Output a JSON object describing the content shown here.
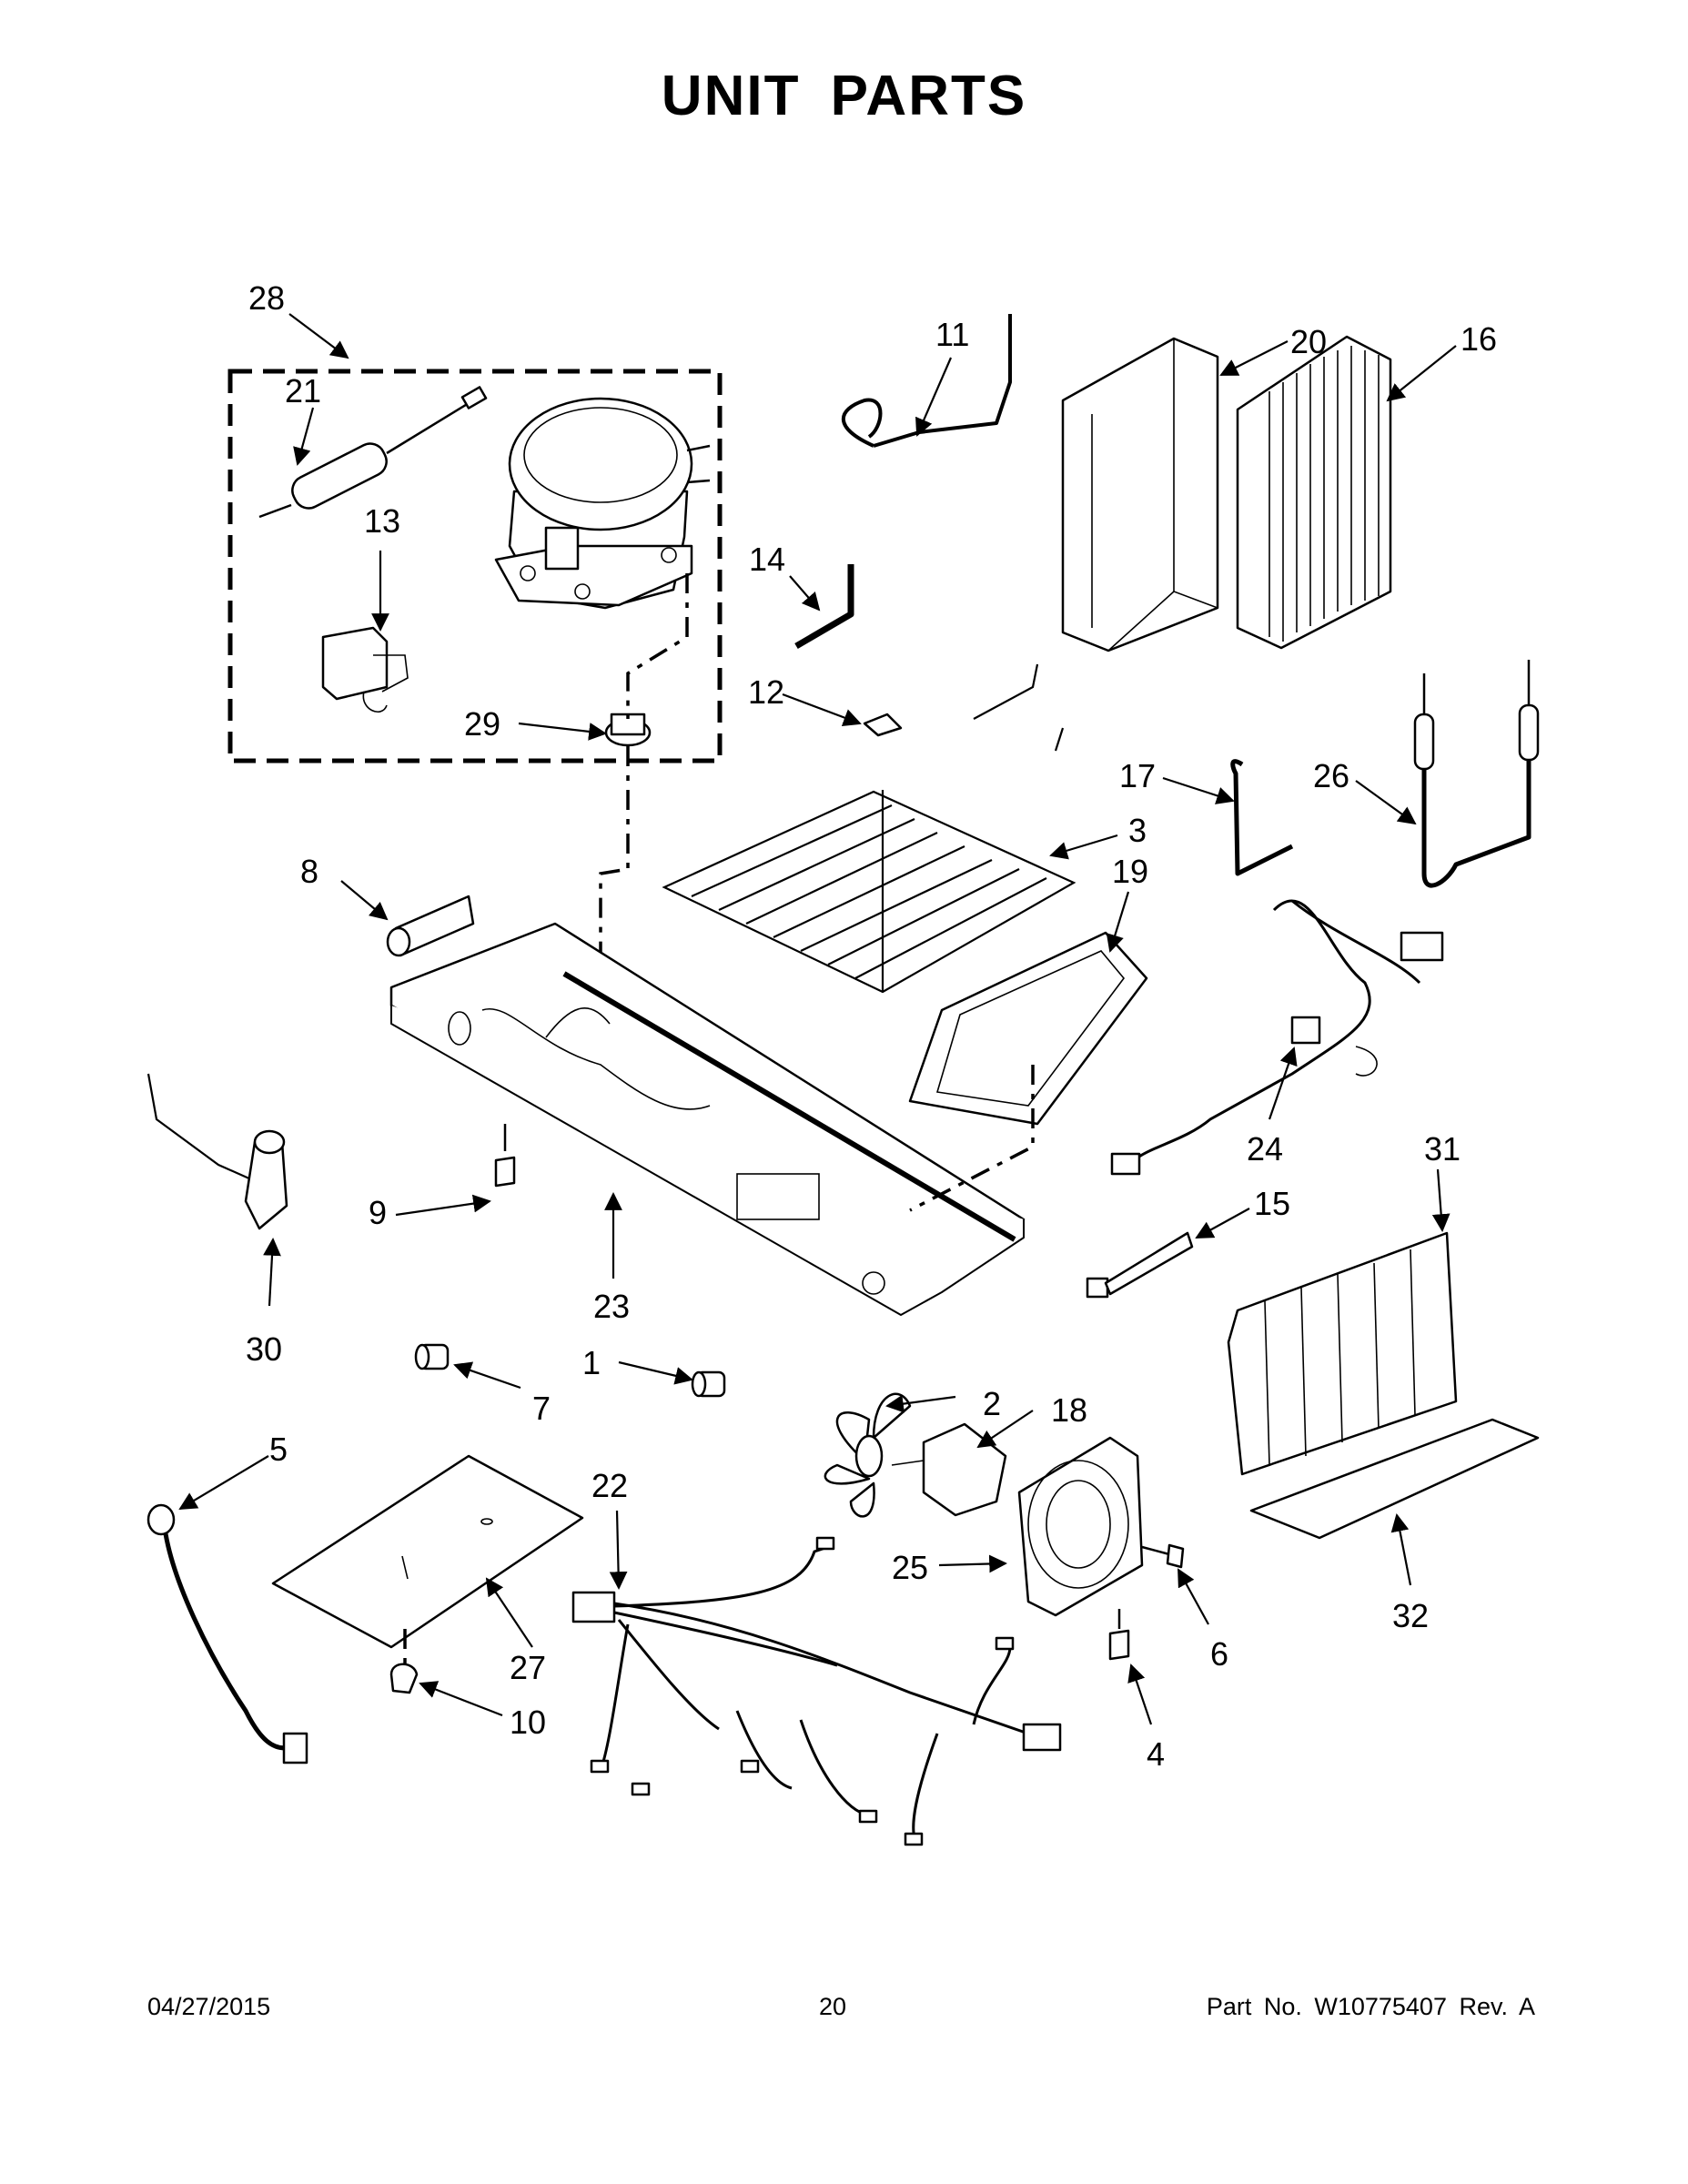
{
  "title": "UNIT PARTS",
  "footer": {
    "date": "04/27/2015",
    "page": "20",
    "part_no": "Part No.  W10775407  Rev.  A"
  },
  "callouts": {
    "c1": "1",
    "c2": "2",
    "c3": "3",
    "c4": "4",
    "c5": "5",
    "c6": "6",
    "c7": "7",
    "c8": "8",
    "c9": "9",
    "c10": "10",
    "c11": "11",
    "c12": "12",
    "c13": "13",
    "c14": "14",
    "c15": "15",
    "c16": "16",
    "c17": "17",
    "c18": "18",
    "c19": "19",
    "c20": "20",
    "c21": "21",
    "c22": "22",
    "c23": "23",
    "c24": "24",
    "c25": "25",
    "c26": "26",
    "c27": "27",
    "c28": "28",
    "c29": "29",
    "c30": "30",
    "c31": "31",
    "c32": "32"
  }
}
